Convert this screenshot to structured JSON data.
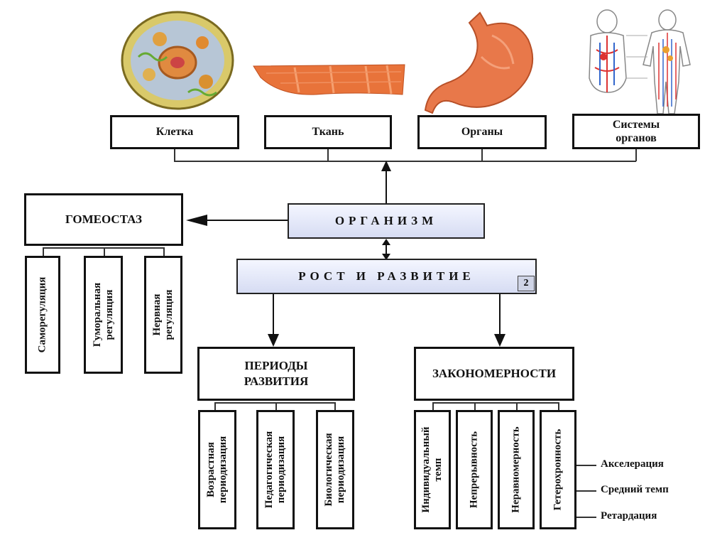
{
  "levels": {
    "cell": "Клетка",
    "tissue": "Ткань",
    "organs": "Органы",
    "systems_line1": "Системы",
    "systems_line2": "органов"
  },
  "organism": "ОРГАНИЗМ",
  "homeostasis": {
    "title": "ГОМЕОСТАЗ",
    "self_regulation": "Саморегуляция",
    "humoral_line1": "Гуморальная",
    "humoral_line2": "регуляция",
    "nervous_line1": "Нервная",
    "nervous_line2": "регуляция"
  },
  "growth": {
    "title": "РОСТ И РАЗВИТИЕ",
    "badge": "2"
  },
  "periods": {
    "title_line1": "ПЕРИОДЫ",
    "title_line2": "РАЗВИТИЯ",
    "age_line1": "Возрастная",
    "age_line2": "периодизация",
    "ped_line1": "Педагогическая",
    "ped_line2": "периодизация",
    "bio_line1": "Биологическая",
    "bio_line2": "периодизация"
  },
  "patterns": {
    "title": "ЗАКОНОМЕРНОСТИ",
    "individual_line1": "Индивидуальный",
    "individual_line2": "темп",
    "continuity": "Непрерывность",
    "unevenness": "Неравномерность",
    "heterochrony": "Гетерохронность"
  },
  "tempo": {
    "acceleration": "Акселерация",
    "average": "Средний темп",
    "retardation": "Ретардация"
  }
}
